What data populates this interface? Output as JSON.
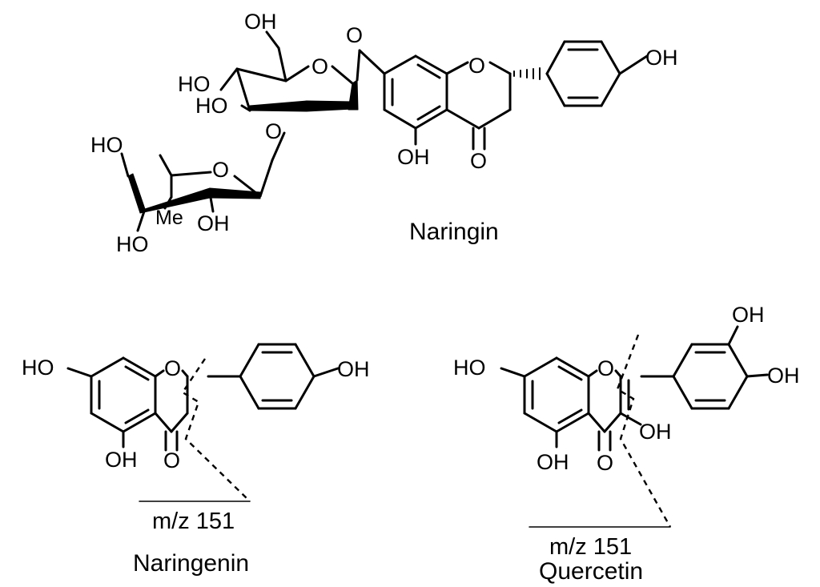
{
  "compounds": {
    "naringin": {
      "name": "Naringin",
      "labels": {
        "oh_ch2": "OH",
        "ho_c4": "HO",
        "ho_c3": "HO",
        "o_glu_ring": "O",
        "o_glycosidic": "O",
        "o_interglycosidic": "O",
        "ho_rha_top": "HO",
        "o_rha_ring": "O",
        "me": "Me",
        "oh_rha_c2": "OH",
        "ho_rha_bottom": "HO",
        "o_ring": "O",
        "oh_phenyl": "OH",
        "oh_c5": "OH",
        "o_carbonyl": "O"
      }
    },
    "naringenin": {
      "name": "Naringenin",
      "fragment_label": "m/z 151",
      "labels": {
        "ho_c7": "HO",
        "o_ring": "O",
        "oh_phenyl": "OH",
        "oh_c5": "OH",
        "o_carbonyl": "O"
      }
    },
    "quercetin": {
      "name": "Quercetin",
      "fragment_label": "m/z 151",
      "labels": {
        "ho_c7": "HO",
        "o_ring": "O",
        "oh_c3p": "OH",
        "oh_c4p": "OH",
        "oh_c3": "OH",
        "oh_c5": "OH",
        "o_carbonyl": "O"
      }
    }
  }
}
